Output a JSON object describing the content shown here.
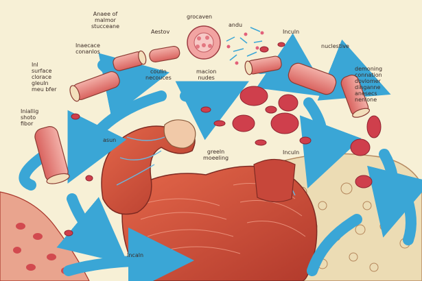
{
  "palette": {
    "background": "#f7f0d6",
    "muscle": "#d8563d",
    "muscle_dark": "#a8352a",
    "fiber_pink": "#e88a8a",
    "cell_red": "#cf3f4c",
    "arrow_blue": "#3aa6d6",
    "bone": "#ecdcb4"
  },
  "labels": {
    "top_left": "Anaee of\nmalmor\nstucceane",
    "top_center": "grocaven",
    "top_center_small": "andu",
    "top_right": "Inculn",
    "top_right_far": "nuclestive",
    "aestiv": "Aestov",
    "left_upper": "Inaecace\nconanlos",
    "left_middle": "Inl\nsurface\nclorace\ngleuln\nmeu bfer",
    "left_lower": "Iniallig\nshoto\nfibor",
    "center_left": "coulln\nnecouces",
    "center_mid": "macion\nnudes",
    "right_block": "demoning\nconnation\ndovlomer\ndinganne\nanesecs\nnenlone",
    "asun": "asun",
    "green_label": "greeln\nmoeeling",
    "inculn_mid": "Inculn",
    "inculn_bottom": "Incaln"
  }
}
